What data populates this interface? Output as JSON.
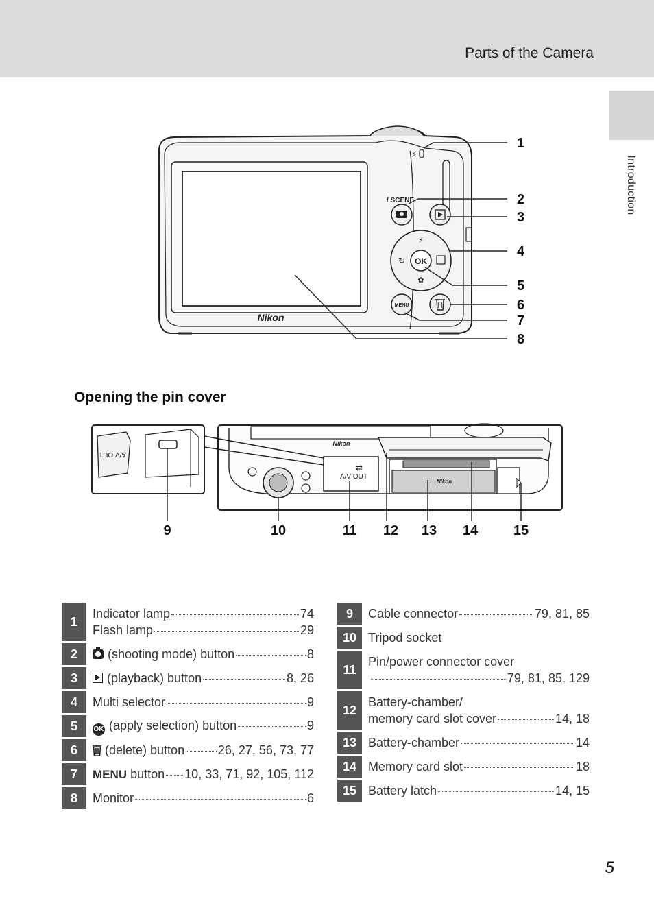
{
  "header": {
    "title": "Parts of the Camera"
  },
  "side_tab": {
    "label": "Introduction"
  },
  "camera_back": {
    "callouts": [
      "1",
      "2",
      "3",
      "4",
      "5",
      "6",
      "7",
      "8"
    ],
    "brand": "Nikon",
    "scene_label": "/ SCENE",
    "ok_label": "OK",
    "menu_label": "MENU"
  },
  "pin_cover": {
    "heading": "Opening the pin cover",
    "connector_label": "A/V OUT",
    "brand": "Nikon",
    "callouts": [
      "9",
      "10",
      "11",
      "12",
      "13",
      "14",
      "15"
    ]
  },
  "parts_left": [
    {
      "num": "1",
      "lines": [
        {
          "label": "Indicator lamp",
          "pages": "74"
        },
        {
          "label": "Flash lamp",
          "pages": "29"
        }
      ]
    },
    {
      "num": "2",
      "icon": "camera-icon",
      "lines": [
        {
          "label": "(shooting mode) button",
          "pages": "8"
        }
      ]
    },
    {
      "num": "3",
      "icon": "playback-icon",
      "lines": [
        {
          "label": "(playback) button",
          "pages": "8, 26"
        }
      ]
    },
    {
      "num": "4",
      "lines": [
        {
          "label": "Multi selector",
          "pages": "9"
        }
      ]
    },
    {
      "num": "5",
      "icon": "ok-icon",
      "lines": [
        {
          "label": "(apply selection) button",
          "pages": "9"
        }
      ]
    },
    {
      "num": "6",
      "icon": "trash-icon",
      "lines": [
        {
          "label": "(delete) button",
          "pages": "26, 27, 56, 73, 77"
        }
      ]
    },
    {
      "num": "7",
      "icon": "menu-icon",
      "icon_text": "MENU",
      "lines": [
        {
          "label": "button",
          "pages": "10, 33, 71, 92, 105, 112"
        }
      ]
    },
    {
      "num": "8",
      "lines": [
        {
          "label": "Monitor",
          "pages": "6"
        }
      ]
    }
  ],
  "parts_right": [
    {
      "num": "9",
      "lines": [
        {
          "label": "Cable connector",
          "pages": "79, 81, 85"
        }
      ]
    },
    {
      "num": "10",
      "lines": [
        {
          "label": "Tripod socket",
          "pages": ""
        }
      ]
    },
    {
      "num": "11",
      "label_top": "Pin/power connector cover",
      "lines": [
        {
          "label": "",
          "pages": "79, 81, 85, 129"
        }
      ]
    },
    {
      "num": "12",
      "label_top": "Battery-chamber/",
      "lines": [
        {
          "label": "memory card slot cover",
          "pages": "14, 18"
        }
      ]
    },
    {
      "num": "13",
      "lines": [
        {
          "label": "Battery-chamber",
          "pages": "14"
        }
      ]
    },
    {
      "num": "14",
      "lines": [
        {
          "label": "Memory card slot",
          "pages": "18"
        }
      ]
    },
    {
      "num": "15",
      "lines": [
        {
          "label": "Battery latch",
          "pages": "14, 15"
        }
      ]
    }
  ],
  "page_number": "5"
}
